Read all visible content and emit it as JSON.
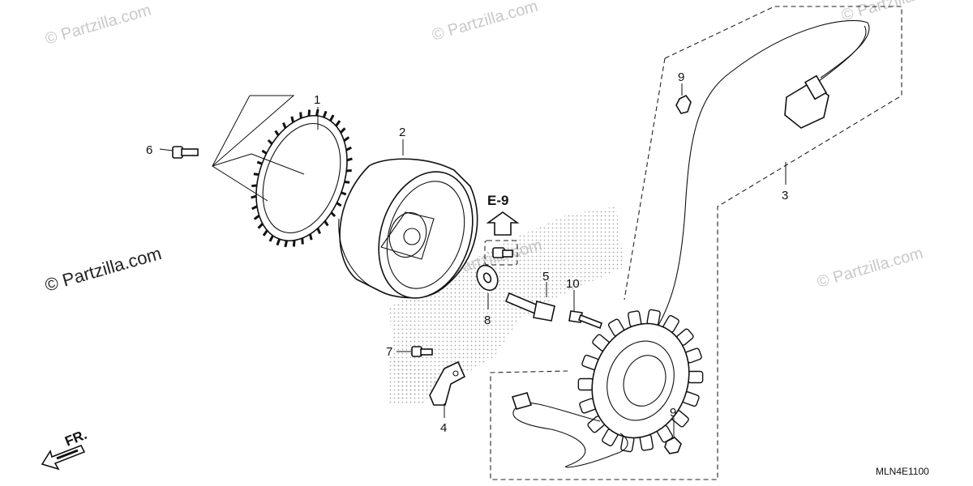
{
  "watermarks": {
    "top_left": "© Partzilla.com",
    "top_center": "© Partzilla.com",
    "top_right": "© Partzilla.com",
    "left": "© Partzilla.com",
    "center": "© Partzilla.com",
    "right": "© Partzilla.com"
  },
  "reference": {
    "code": "E-9"
  },
  "callouts": {
    "c1": "1",
    "c2": "2",
    "c3": "3",
    "c4": "4",
    "c5": "5",
    "c6": "6",
    "c7": "7",
    "c8": "8",
    "c9_top": "9",
    "c9_bottom": "9",
    "c10": "10"
  },
  "direction": {
    "label": "FR."
  },
  "diagram_code": "MLN4E1100"
}
